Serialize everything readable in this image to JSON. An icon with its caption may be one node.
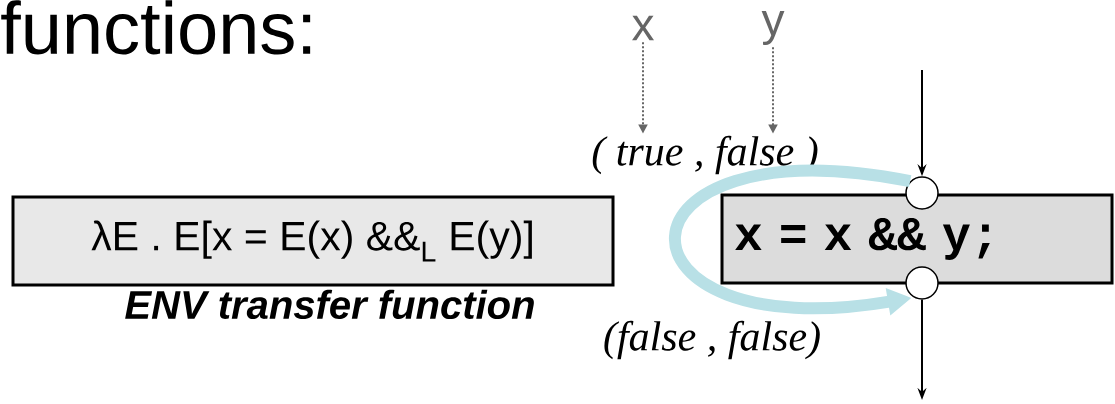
{
  "diagram": {
    "title": "functions:",
    "nodes": [
      {
        "text": [
          "λE . E[x = E(x) &&$_{L}$ E(y)]"
        ],
        "beside": [
          "ENV transfer function"
        ]
      },
      {
        "text": [
          "x"
        ]
      },
      {
        "text": [
          "y"
        ]
      },
      {
        "text": [
          "( true , false )"
        ]
      },
      {
        "text": [
          "x = x && y;"
        ]
      },
      {
        "text": [],
        "shape": "circle"
      },
      {
        "text": [],
        "shape": "circle"
      },
      {
        "text": [
          "(false , false)"
        ]
      }
    ],
    "edges": [
      {
        "from": 1,
        "to": 3,
        "arrow": "to",
        "style": "dashed",
        "color": "#666666"
      },
      {
        "from": 2,
        "to": 3,
        "arrow": "to",
        "style": "dashed",
        "color": "#666666"
      },
      {
        "from": null,
        "to": 5,
        "arrow": "to",
        "color": "#000000"
      },
      {
        "from": 6,
        "to": null,
        "arrow": "to",
        "color": "#000000"
      },
      {
        "from": 5,
        "to": 6,
        "arrow": "to",
        "style": "thick",
        "color": "#b8e0e6"
      }
    ]
  }
}
